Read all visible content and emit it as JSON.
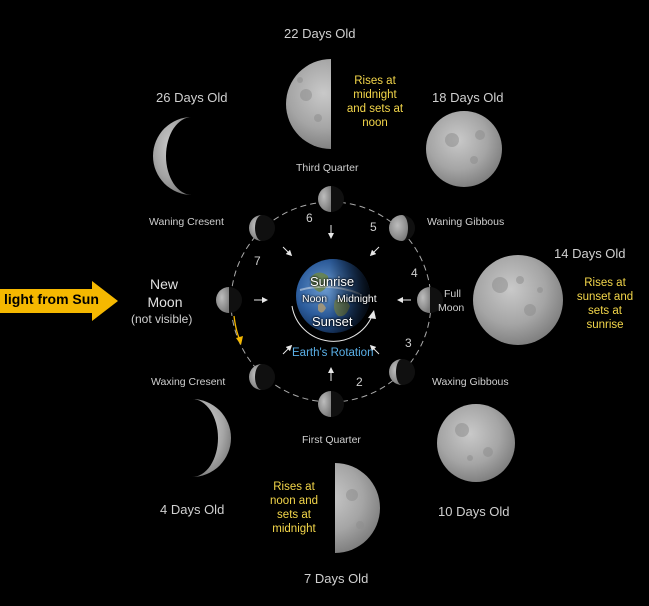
{
  "ages": {
    "d22": "22 Days Old",
    "d26": "26 Days Old",
    "d18": "18 Days Old",
    "d14": "14 Days Old",
    "d4": "4 Days Old",
    "d10": "10 Days Old",
    "d7": "7 Days Old"
  },
  "notes": {
    "third": "Rises at midnight and sets at noon",
    "full": "Rises at sunset and sets at sunrise",
    "first": "Rises at noon and sets at midnight"
  },
  "phases": {
    "third_quarter": "Third Quarter",
    "waning_cresent": "Waning Cresent",
    "waning_gibbous": "Waning Gibbous",
    "new_moon_line1": "New",
    "new_moon_line2": "Moon",
    "not_visible": "(not visible)",
    "full_moon_line1": "Full",
    "full_moon_line2": "Moon",
    "waxing_cresent": "Waxing Cresent",
    "waxing_gibbous": "Waxing Gibbous",
    "first_quarter": "First Quarter"
  },
  "numbers": [
    "2",
    "3",
    "4",
    "5",
    "6",
    "7"
  ],
  "earth": {
    "sunrise": "Sunrise",
    "noon": "Noon",
    "midnight": "Midnight",
    "sunset": "Sunset",
    "rotation": "Earth's Rotation"
  },
  "sun_label": "light from Sun",
  "colors": {
    "accent_yellow": "#f3d64a",
    "arrow_yellow": "#f5b800",
    "rotation_blue": "#5ab0e8"
  }
}
